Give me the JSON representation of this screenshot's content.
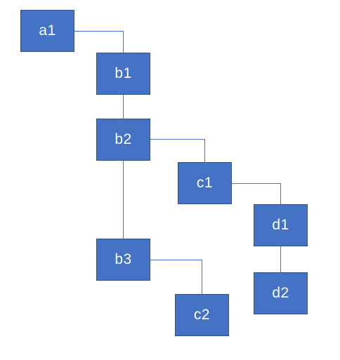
{
  "colors": {
    "node_fill": "#4472c4",
    "node_border": "#2f528f",
    "node_text": "#ffffff",
    "connector": "#4472c4",
    "background": "#ffffff"
  },
  "nodes": {
    "a1": "a1",
    "b1": "b1",
    "b2": "b2",
    "c1": "c1",
    "d1": "d1",
    "b3": "b3",
    "c2": "c2",
    "d2": "d2"
  },
  "edges": [
    [
      "a1",
      "b1"
    ],
    [
      "b1",
      "b2"
    ],
    [
      "b2",
      "c1"
    ],
    [
      "c1",
      "d1"
    ],
    [
      "d1",
      "d2"
    ],
    [
      "b2",
      "b3"
    ],
    [
      "b3",
      "c2"
    ]
  ]
}
